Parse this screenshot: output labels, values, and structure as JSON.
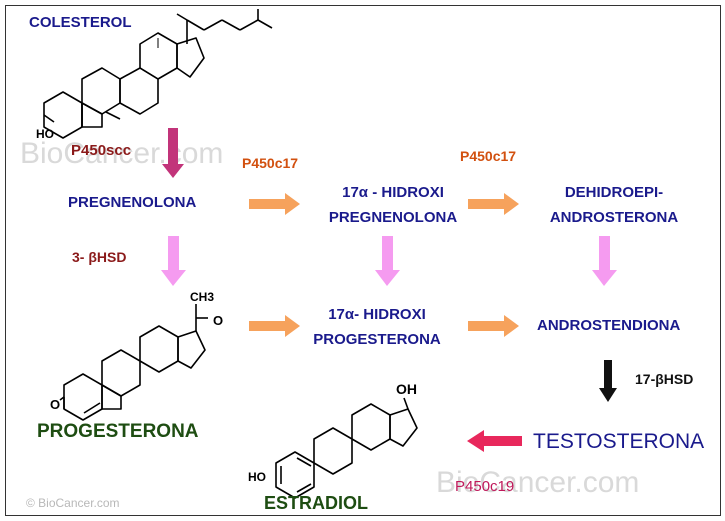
{
  "watermarks": {
    "top": "BioCancer.com",
    "bottom": "BioCancer.com",
    "copyright": "© BioCancer.com"
  },
  "molecules": {
    "colesterol": {
      "name": "COLESTEROL",
      "ho": "HO"
    },
    "progesterona": {
      "name": "PROGESTERONA",
      "ch3": "CH3",
      "o_ketone": "O",
      "o_ring": "O"
    },
    "estradiol": {
      "name": "ESTRADIOL",
      "oh": "OH",
      "ho": "HO"
    }
  },
  "nodes": {
    "pregnenolona": "PREGNENOLONA",
    "hidroxi_preg_1": "17α - HIDROXI",
    "hidroxi_preg_2": "PREGNENOLONA",
    "dhea_1": "DEHIDROEPI-",
    "dhea_2": "ANDROSTERONA",
    "hidroxi_prog_1": "17α- HIDROXI",
    "hidroxi_prog_2": "PROGESTERONA",
    "androstendiona": "ANDROSTENDIONA",
    "testosterona": "TESTOSTERONA"
  },
  "enzymes": {
    "p450scc": "P450scc",
    "p450c17_a": "P450c17",
    "p450c17_b": "P450c17",
    "hsd3b": "3- βHSD",
    "hsd17b": "17-βHSD",
    "p450c19": "P450c19"
  },
  "colors": {
    "arrow_orange": "#f6a25c",
    "arrow_pink": "#f59bf0",
    "arrow_magenta": "#c2347a",
    "arrow_red": "#e8285c",
    "arrow_black": "#111111",
    "node_blue": "#1a1a8c",
    "molecule_green": "#1e4d12"
  }
}
